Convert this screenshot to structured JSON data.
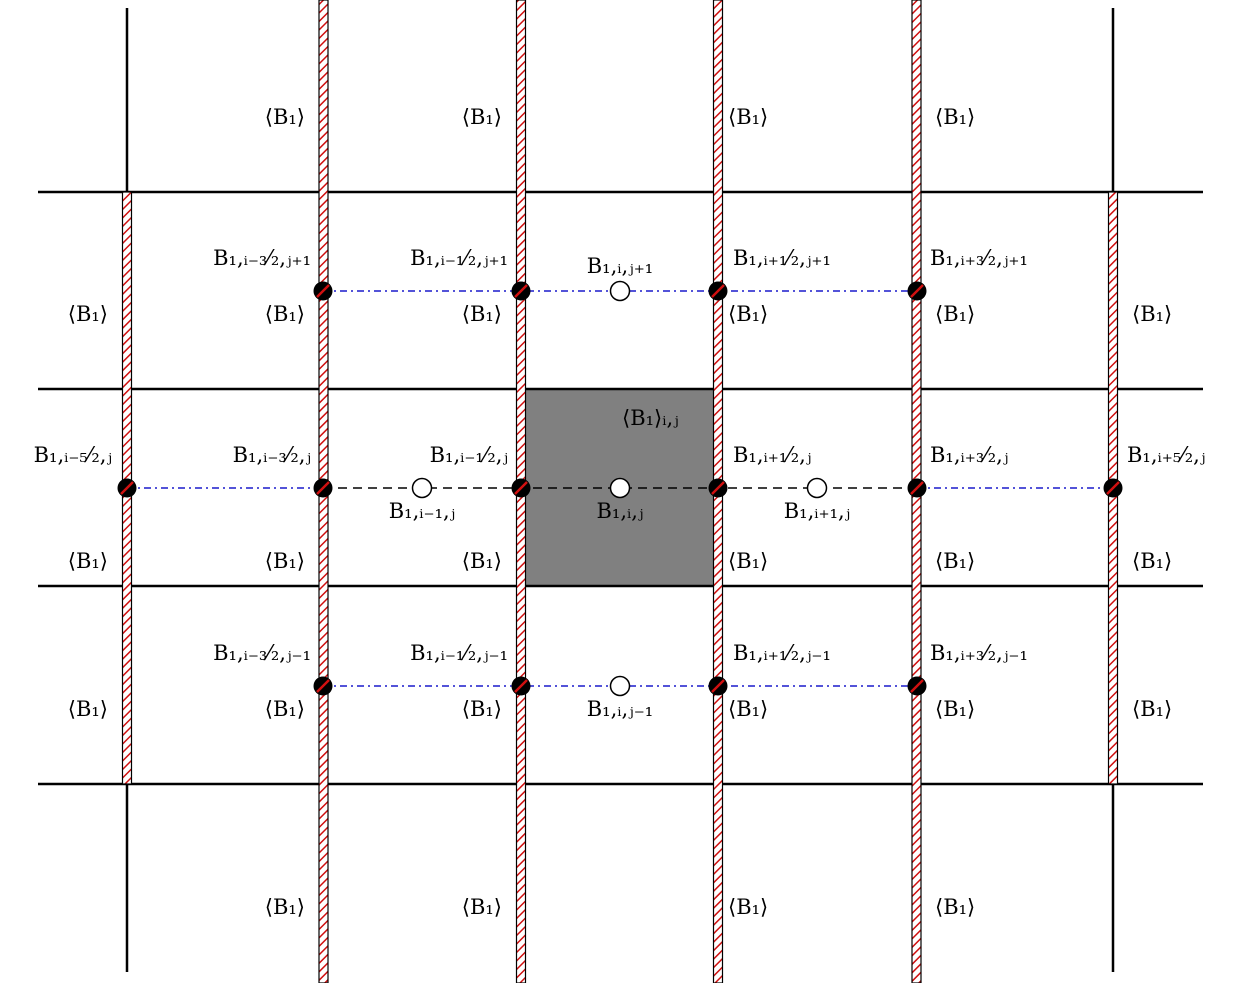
{
  "symbols": {
    "avg": "⟨B₁⟩",
    "avg_ij": "⟨B₁⟩ᵢ,ⱼ"
  },
  "colors": {
    "grid_line": "#000000",
    "hatched_face_stroke": "#000000",
    "hatch_stripe": "#d01010",
    "shaded_cell": "#808080",
    "link_blue": "#1a1acc",
    "link_black": "#000000",
    "face_point": "#000000",
    "face_point_slash": "#d01010",
    "center_point_fill": "#ffffff"
  },
  "labels": {
    "face_i_m5h_j": "B₁,ᵢ₋₅⁄₂,ⱼ",
    "face_i_m3h_j": "B₁,ᵢ₋₃⁄₂,ⱼ",
    "face_i_mh_j": "B₁,ᵢ₋₁⁄₂,ⱼ",
    "face_i_ph_j": "B₁,ᵢ₊₁⁄₂,ⱼ",
    "face_i_p3h_j": "B₁,ᵢ₊₃⁄₂,ⱼ",
    "face_i_p5h_j": "B₁,ᵢ₊₅⁄₂,ⱼ",
    "face_i_m3h_jp1": "B₁,ᵢ₋₃⁄₂,ⱼ₊₁",
    "face_i_mh_jp1": "B₁,ᵢ₋₁⁄₂,ⱼ₊₁",
    "face_i_ph_jp1": "B₁,ᵢ₊₁⁄₂,ⱼ₊₁",
    "face_i_p3h_jp1": "B₁,ᵢ₊₃⁄₂,ⱼ₊₁",
    "face_i_m3h_jm1": "B₁,ᵢ₋₃⁄₂,ⱼ₋₁",
    "face_i_mh_jm1": "B₁,ᵢ₋₁⁄₂,ⱼ₋₁",
    "face_i_ph_jm1": "B₁,ᵢ₊₁⁄₂,ⱼ₋₁",
    "face_i_p3h_jm1": "B₁,ᵢ₊₃⁄₂,ⱼ₋₁",
    "center_i_jp1": "B₁,ᵢ,ⱼ₊₁",
    "center_i_jm1": "B₁,ᵢ,ⱼ₋₁",
    "center_i_j": "B₁,ᵢ,ⱼ",
    "center_im1_j": "B₁,ᵢ₋₁,ⱼ",
    "center_ip1_j": "B₁,ᵢ₊₁,ⱼ"
  }
}
